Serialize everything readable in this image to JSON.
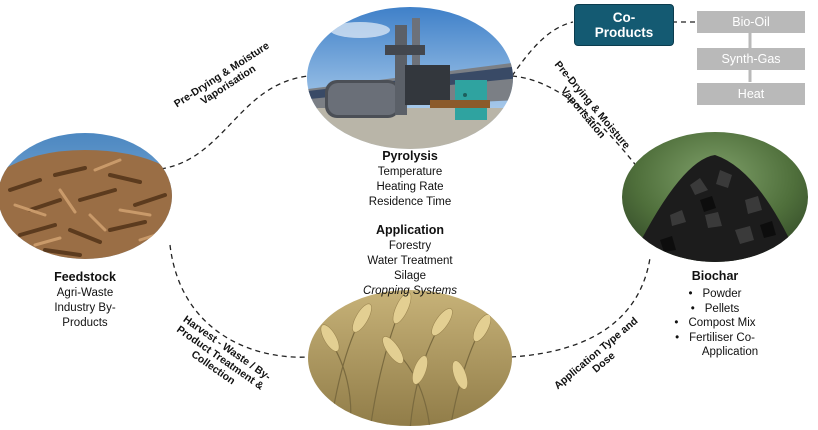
{
  "nodes": {
    "pyrolysis": {
      "title": "Pyrolysis",
      "items": [
        "Temperature",
        "Heating Rate",
        "Residence Time"
      ]
    },
    "application": {
      "title": "Application",
      "items": [
        "Forestry",
        "Water Treatment",
        "Silage"
      ],
      "italic_item": "Cropping Systems"
    },
    "feedstock": {
      "title": "Feedstock",
      "line1": "Agri-Waste",
      "line2": "Industry By-",
      "line3": "Products"
    },
    "biochar": {
      "title": "Biochar",
      "items": [
        "Powder",
        "Pellets",
        "Compost Mix"
      ],
      "last1": "Fertiliser Co-",
      "last2": "Application"
    }
  },
  "coproducts": {
    "label1": "Co-",
    "label2": "Products",
    "outputs": [
      "Bio-Oil",
      "Synth-Gas",
      "Heat"
    ]
  },
  "edges": {
    "predry_left": {
      "line1": "Pre-Drying & Moisture",
      "line2": "Vaporisation"
    },
    "predry_right": {
      "line1": "Pre-Drying & Moisture",
      "line2": "Vaporisation"
    },
    "harvest": {
      "line1": "Harvest -  Waste / By-",
      "line2": "Product Treatment &",
      "line3": "Collection"
    },
    "app_type": {
      "line1": "Application Type and",
      "line2": "Dose"
    }
  },
  "colors": {
    "coproducts_fill": "#145a72",
    "output_box_fill": "#b9b9b9",
    "dashed_line": "#222222"
  },
  "images": {
    "pyrolysis": "pyrolysis-plant-photo",
    "feedstock": "wood-chips-photo",
    "biochar": "biochar-pile-photo",
    "application": "wheat-field-photo"
  }
}
